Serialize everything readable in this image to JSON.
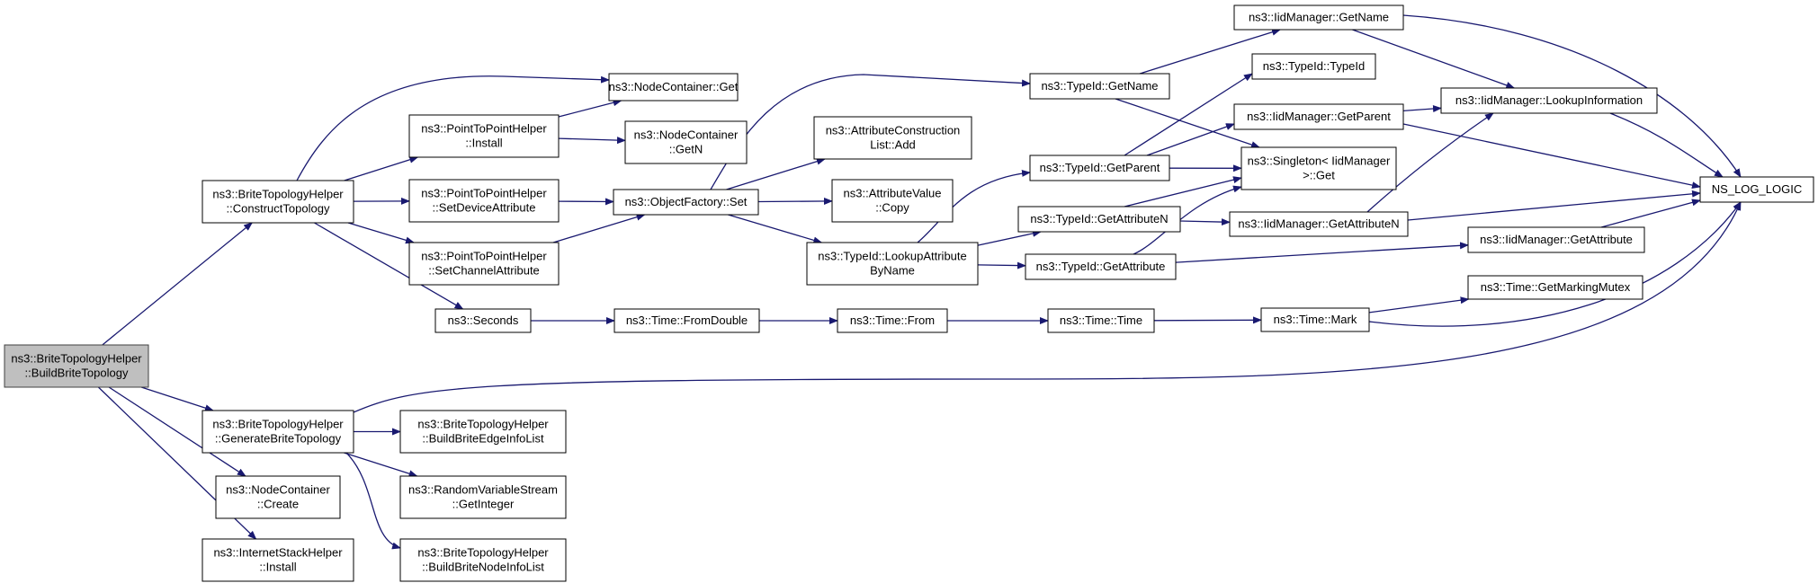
{
  "diagram": {
    "nodes": [
      {
        "id": "root",
        "lines": [
          "ns3::BriteTopologyHelper",
          "::BuildBriteTopology"
        ],
        "highlight": true
      },
      {
        "id": "construct",
        "lines": [
          "ns3::BriteTopologyHelper",
          "::ConstructTopology"
        ]
      },
      {
        "id": "generate",
        "lines": [
          "ns3::BriteTopologyHelper",
          "::GenerateBriteTopology"
        ]
      },
      {
        "id": "nc_create",
        "lines": [
          "ns3::NodeContainer",
          "::Create"
        ]
      },
      {
        "id": "ish_install",
        "lines": [
          "ns3::InternetStackHelper",
          "::Install"
        ]
      },
      {
        "id": "nc_get",
        "lines": [
          "ns3::NodeContainer::Get"
        ]
      },
      {
        "id": "p2p_install",
        "lines": [
          "ns3::PointToPointHelper",
          "::Install"
        ]
      },
      {
        "id": "nc_getn",
        "lines": [
          "ns3::NodeContainer",
          "::GetN"
        ]
      },
      {
        "id": "p2p_setdev",
        "lines": [
          "ns3::PointToPointHelper",
          "::SetDeviceAttribute"
        ]
      },
      {
        "id": "p2p_setchan",
        "lines": [
          "ns3::PointToPointHelper",
          "::SetChannelAttribute"
        ]
      },
      {
        "id": "seconds",
        "lines": [
          "ns3::Seconds"
        ]
      },
      {
        "id": "of_set",
        "lines": [
          "ns3::ObjectFactory::Set"
        ]
      },
      {
        "id": "acl_add",
        "lines": [
          "ns3::AttributeConstruction",
          "List::Add"
        ]
      },
      {
        "id": "av_copy",
        "lines": [
          "ns3::AttributeValue",
          "::Copy"
        ]
      },
      {
        "id": "tid_lookup",
        "lines": [
          "ns3::TypeId::LookupAttribute",
          "ByName"
        ]
      },
      {
        "id": "time_fromdouble",
        "lines": [
          "ns3::Time::FromDouble"
        ]
      },
      {
        "id": "time_from",
        "lines": [
          "ns3::Time::From"
        ]
      },
      {
        "id": "time_time",
        "lines": [
          "ns3::Time::Time"
        ]
      },
      {
        "id": "time_mark",
        "lines": [
          "ns3::Time::Mark"
        ]
      },
      {
        "id": "time_gmm",
        "lines": [
          "ns3::Time::GetMarkingMutex"
        ]
      },
      {
        "id": "tid_getname",
        "lines": [
          "ns3::TypeId::GetName"
        ]
      },
      {
        "id": "tid_getparent",
        "lines": [
          "ns3::TypeId::GetParent"
        ]
      },
      {
        "id": "tid_getattrn",
        "lines": [
          "ns3::TypeId::GetAttributeN"
        ]
      },
      {
        "id": "tid_getattr",
        "lines": [
          "ns3::TypeId::GetAttribute"
        ]
      },
      {
        "id": "tid_typeid",
        "lines": [
          "ns3::TypeId::TypeId"
        ]
      },
      {
        "id": "iid_getname",
        "lines": [
          "ns3::IidManager::GetName"
        ]
      },
      {
        "id": "iid_getparent",
        "lines": [
          "ns3::IidManager::GetParent"
        ]
      },
      {
        "id": "singleton",
        "lines": [
          "ns3::Singleton< IidManager",
          ">::Get"
        ]
      },
      {
        "id": "iid_getattrn",
        "lines": [
          "ns3::IidManager::GetAttributeN"
        ]
      },
      {
        "id": "iid_getattr",
        "lines": [
          "ns3::IidManager::GetAttribute"
        ]
      },
      {
        "id": "iid_lookupinfo",
        "lines": [
          "ns3::IidManager::LookupInformation"
        ]
      },
      {
        "id": "ns_log_logic",
        "lines": [
          "NS_LOG_LOGIC"
        ]
      },
      {
        "id": "bt_edgeinfo",
        "lines": [
          "ns3::BriteTopologyHelper",
          "::BuildBriteEdgeInfoList"
        ]
      },
      {
        "id": "rvs_getint",
        "lines": [
          "ns3::RandomVariableStream",
          "::GetInteger"
        ]
      },
      {
        "id": "bt_nodeinfo",
        "lines": [
          "ns3::BriteTopologyHelper",
          "::BuildBriteNodeInfoList"
        ]
      }
    ],
    "edges": [
      [
        "root",
        "construct"
      ],
      [
        "root",
        "generate"
      ],
      [
        "root",
        "nc_create"
      ],
      [
        "root",
        "ish_install"
      ],
      [
        "construct",
        "nc_get"
      ],
      [
        "construct",
        "p2p_install"
      ],
      [
        "construct",
        "p2p_setdev"
      ],
      [
        "construct",
        "p2p_setchan"
      ],
      [
        "construct",
        "seconds"
      ],
      [
        "p2p_install",
        "nc_get"
      ],
      [
        "p2p_install",
        "nc_getn"
      ],
      [
        "p2p_setdev",
        "of_set"
      ],
      [
        "p2p_setchan",
        "of_set"
      ],
      [
        "of_set",
        "tid_getname"
      ],
      [
        "of_set",
        "acl_add"
      ],
      [
        "of_set",
        "av_copy"
      ],
      [
        "of_set",
        "tid_lookup"
      ],
      [
        "tid_lookup",
        "tid_getparent"
      ],
      [
        "tid_lookup",
        "tid_getattrn"
      ],
      [
        "tid_lookup",
        "tid_getattr"
      ],
      [
        "tid_getname",
        "iid_getname"
      ],
      [
        "tid_getname",
        "singleton"
      ],
      [
        "tid_getparent",
        "tid_typeid"
      ],
      [
        "tid_getparent",
        "iid_getparent"
      ],
      [
        "tid_getparent",
        "singleton"
      ],
      [
        "tid_getattrn",
        "singleton"
      ],
      [
        "tid_getattrn",
        "iid_getattrn"
      ],
      [
        "tid_getattr",
        "singleton"
      ],
      [
        "tid_getattr",
        "iid_getattr"
      ],
      [
        "iid_getname",
        "iid_lookupinfo"
      ],
      [
        "iid_getname",
        "ns_log_logic"
      ],
      [
        "iid_getparent",
        "iid_lookupinfo"
      ],
      [
        "iid_getparent",
        "ns_log_logic"
      ],
      [
        "iid_getattrn",
        "iid_lookupinfo"
      ],
      [
        "iid_getattrn",
        "ns_log_logic"
      ],
      [
        "iid_getattr",
        "ns_log_logic"
      ],
      [
        "iid_lookupinfo",
        "ns_log_logic"
      ],
      [
        "seconds",
        "time_fromdouble"
      ],
      [
        "time_fromdouble",
        "time_from"
      ],
      [
        "time_from",
        "time_time"
      ],
      [
        "time_time",
        "time_mark"
      ],
      [
        "time_mark",
        "time_gmm"
      ],
      [
        "time_mark",
        "ns_log_logic"
      ],
      [
        "generate",
        "bt_edgeinfo"
      ],
      [
        "generate",
        "rvs_getint"
      ],
      [
        "generate",
        "bt_nodeinfo"
      ],
      [
        "generate",
        "ns_log_logic"
      ]
    ],
    "colors": {
      "edge": "#191970",
      "node_fill": "#ffffff",
      "node_border": "#000000",
      "highlight_fill": "#bfbfbf",
      "highlight_border": "#404040"
    }
  }
}
